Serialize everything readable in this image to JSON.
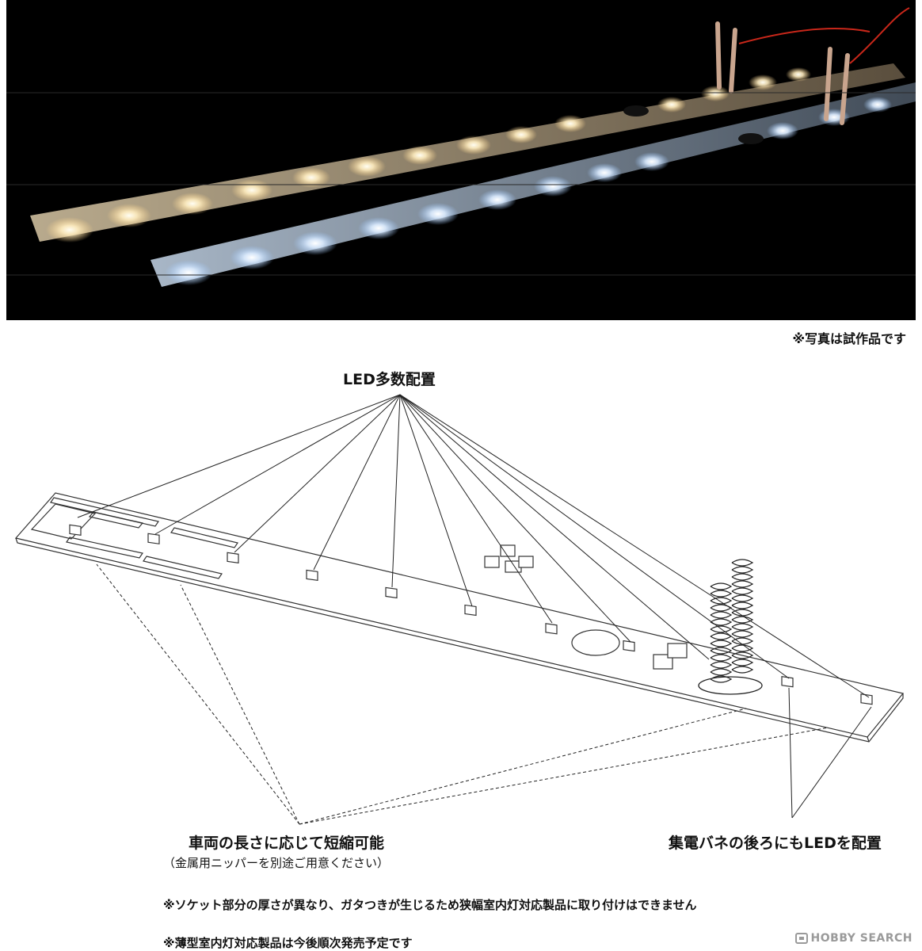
{
  "photo_caption": "※写真は試作品です",
  "labels": {
    "led": "LED多数配置",
    "shorten": "車両の長さに応じて短縮可能",
    "shorten_sub": "（金属用ニッパーを別途ご用意ください）",
    "spring": "集電バネの後ろにもLEDを配置"
  },
  "notes": [
    "※ソケット部分の厚さが異なり、ガタつきが生じるため狭幅室内灯対応製品に取り付けはできません",
    "※薄型室内灯対応製品は今後順次発売予定です"
  ],
  "watermark": "HOBBY SEARCH",
  "colors": {
    "warm_led": "#fff1cf",
    "cool_led": "#e8f3ff",
    "photo_bg": "#000000"
  }
}
